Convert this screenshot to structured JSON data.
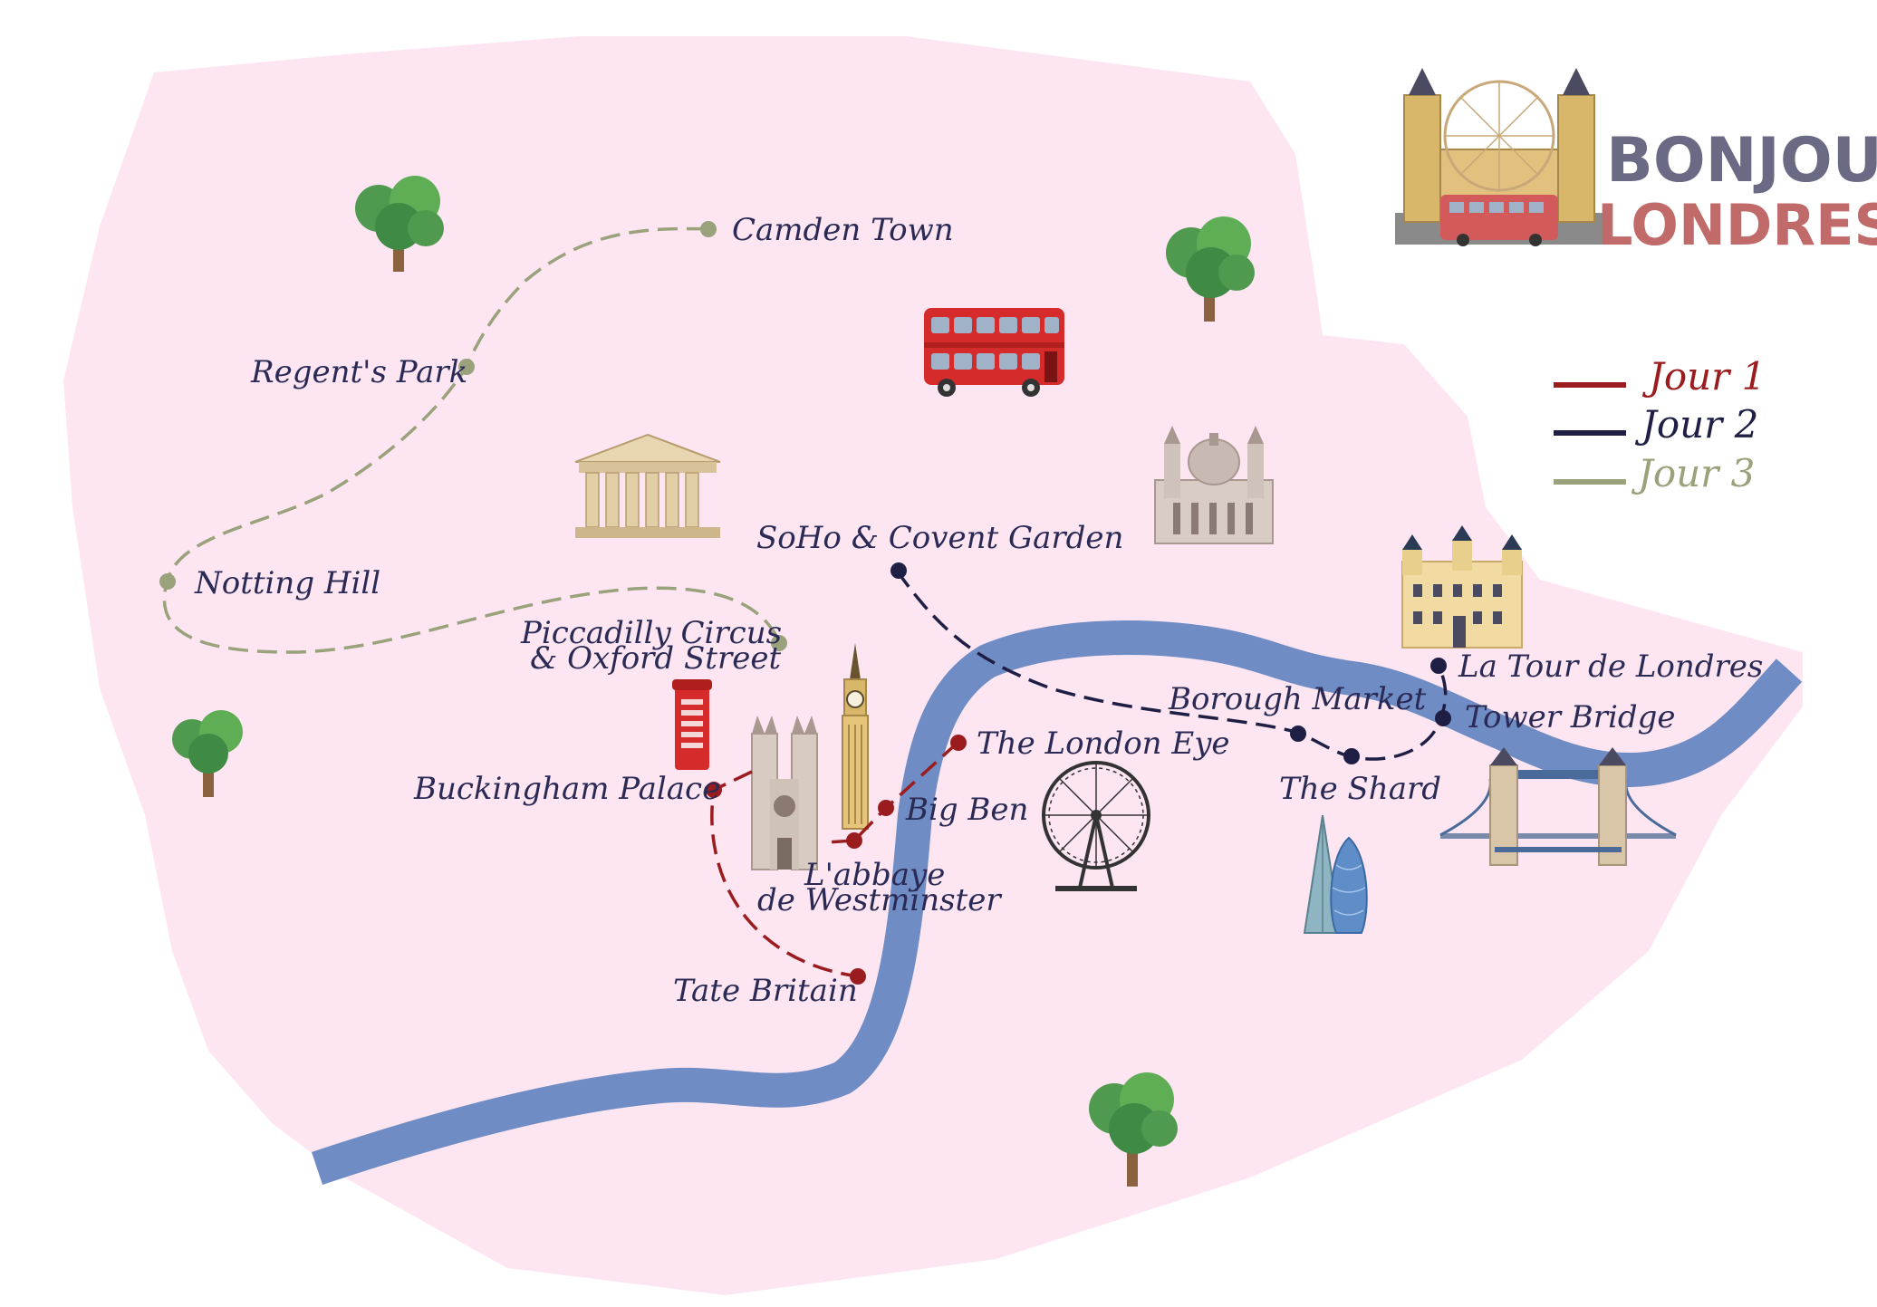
{
  "logo": {
    "line1": "BONJOUR",
    "line2": "LONDRES",
    "color1": "#6a6a85",
    "color2": "#c06a6a"
  },
  "legend": [
    {
      "label": "Jour 1",
      "color": "#9b1c1f"
    },
    {
      "label": "Jour 2",
      "color": "#1f1f45"
    },
    {
      "label": "Jour 3",
      "color": "#9aa27c"
    }
  ],
  "colors": {
    "land": "#fde6f2",
    "river": "#6f8cc4"
  },
  "routes": [
    {
      "day": "Jour 1",
      "color": "#9b1c1f",
      "stops": [
        "The London Eye",
        "Big Ben",
        "L'abbaye de Westminster",
        "Buckingham Palace",
        "Tate Britain"
      ]
    },
    {
      "day": "Jour 2",
      "color": "#1f1f45",
      "stops": [
        "SoHo & Covent Garden",
        "Borough Market",
        "The Shard",
        "Tower Bridge",
        "La Tour de Londres"
      ]
    },
    {
      "day": "Jour 3",
      "color": "#9aa27c",
      "stops": [
        "Camden Town",
        "Regent's Park",
        "Notting Hill",
        "Piccadilly Circus & Oxford Street"
      ]
    }
  ],
  "places": {
    "camden": "Camden Town",
    "regents": "Regent's Park",
    "notting": "Notting Hill",
    "piccadilly1": "Piccadilly Circus",
    "piccadilly2": "& Oxford Street",
    "soho": "SoHo & Covent Garden",
    "borough": "Borough Market",
    "shard": "The Shard",
    "tower_bridge": "Tower Bridge",
    "tour_londres": "La Tour de Londres",
    "london_eye": "The London Eye",
    "big_ben": "Big Ben",
    "abbaye1": "L'abbaye",
    "abbaye2": "de Westminster",
    "buckingham": "Buckingham Palace",
    "tate": "Tate Britain"
  },
  "icons": [
    "tree-icon",
    "double-decker-bus-icon",
    "british-museum-icon",
    "st-pauls-cathedral-icon",
    "tower-of-london-icon",
    "phone-box-icon",
    "westminster-abbey-icon",
    "big-ben-icon",
    "london-eye-icon",
    "shard-icon",
    "gherkin-icon",
    "tower-bridge-icon"
  ]
}
